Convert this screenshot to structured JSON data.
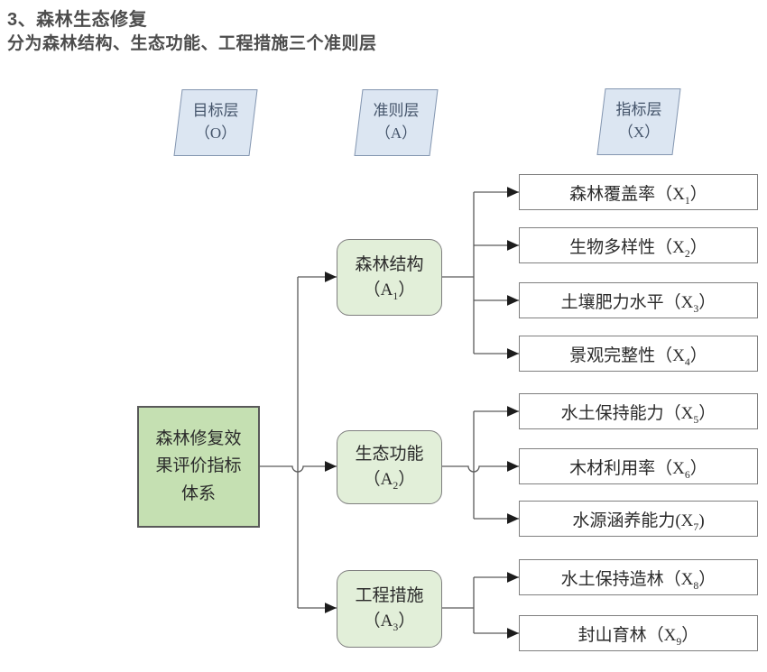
{
  "header": {
    "title": "3、森林生态修复",
    "subtitle": "分为森林结构、生态功能、工程措施三个准则层"
  },
  "layers": [
    {
      "line1": "目标层",
      "line2": "（O）"
    },
    {
      "line1": "准则层",
      "line2": "（A）"
    },
    {
      "line1": "指标层",
      "line2": "（X）"
    }
  ],
  "goal": {
    "label": "森林修复效果评价指标体系"
  },
  "criteria": [
    {
      "name": "森林结构",
      "code_pre": "（A",
      "code_sub": "1",
      "code_suf": "）"
    },
    {
      "name": "生态功能",
      "code_pre": "（A",
      "code_sub": "2",
      "code_suf": "）"
    },
    {
      "name": "工程措施",
      "code_pre": "（A",
      "code_sub": "3",
      "code_suf": "）"
    }
  ],
  "indicators": [
    {
      "pre": "森林覆盖率（X",
      "sub": "1",
      "suf": "）"
    },
    {
      "pre": "生物多样性（X",
      "sub": "2",
      "suf": "）"
    },
    {
      "pre": "土壤肥力水平（X",
      "sub": "3",
      "suf": "）"
    },
    {
      "pre": "景观完整性（X",
      "sub": "4",
      "suf": "）"
    },
    {
      "pre": "水土保持能力（X",
      "sub": "5",
      "suf": "）"
    },
    {
      "pre": "木材利用率（X",
      "sub": "6",
      "suf": "）"
    },
    {
      "pre": "水源涵养能力(X",
      "sub": "7",
      "suf": ")"
    },
    {
      "pre": "水土保持造林（X",
      "sub": "8",
      "suf": "）"
    },
    {
      "pre": "封山育林（X",
      "sub": "9",
      "suf": "）"
    }
  ],
  "colors": {
    "layer_fill": "#dce6f2",
    "layer_border": "#8496b0",
    "goal_fill": "#c5e0b2",
    "criterion_fill": "#e2efd9",
    "indicator_fill": "#ffffff",
    "line": "#5a5a5a",
    "arrow": "#1c1c1c",
    "title_text": "#4d4d4d"
  }
}
